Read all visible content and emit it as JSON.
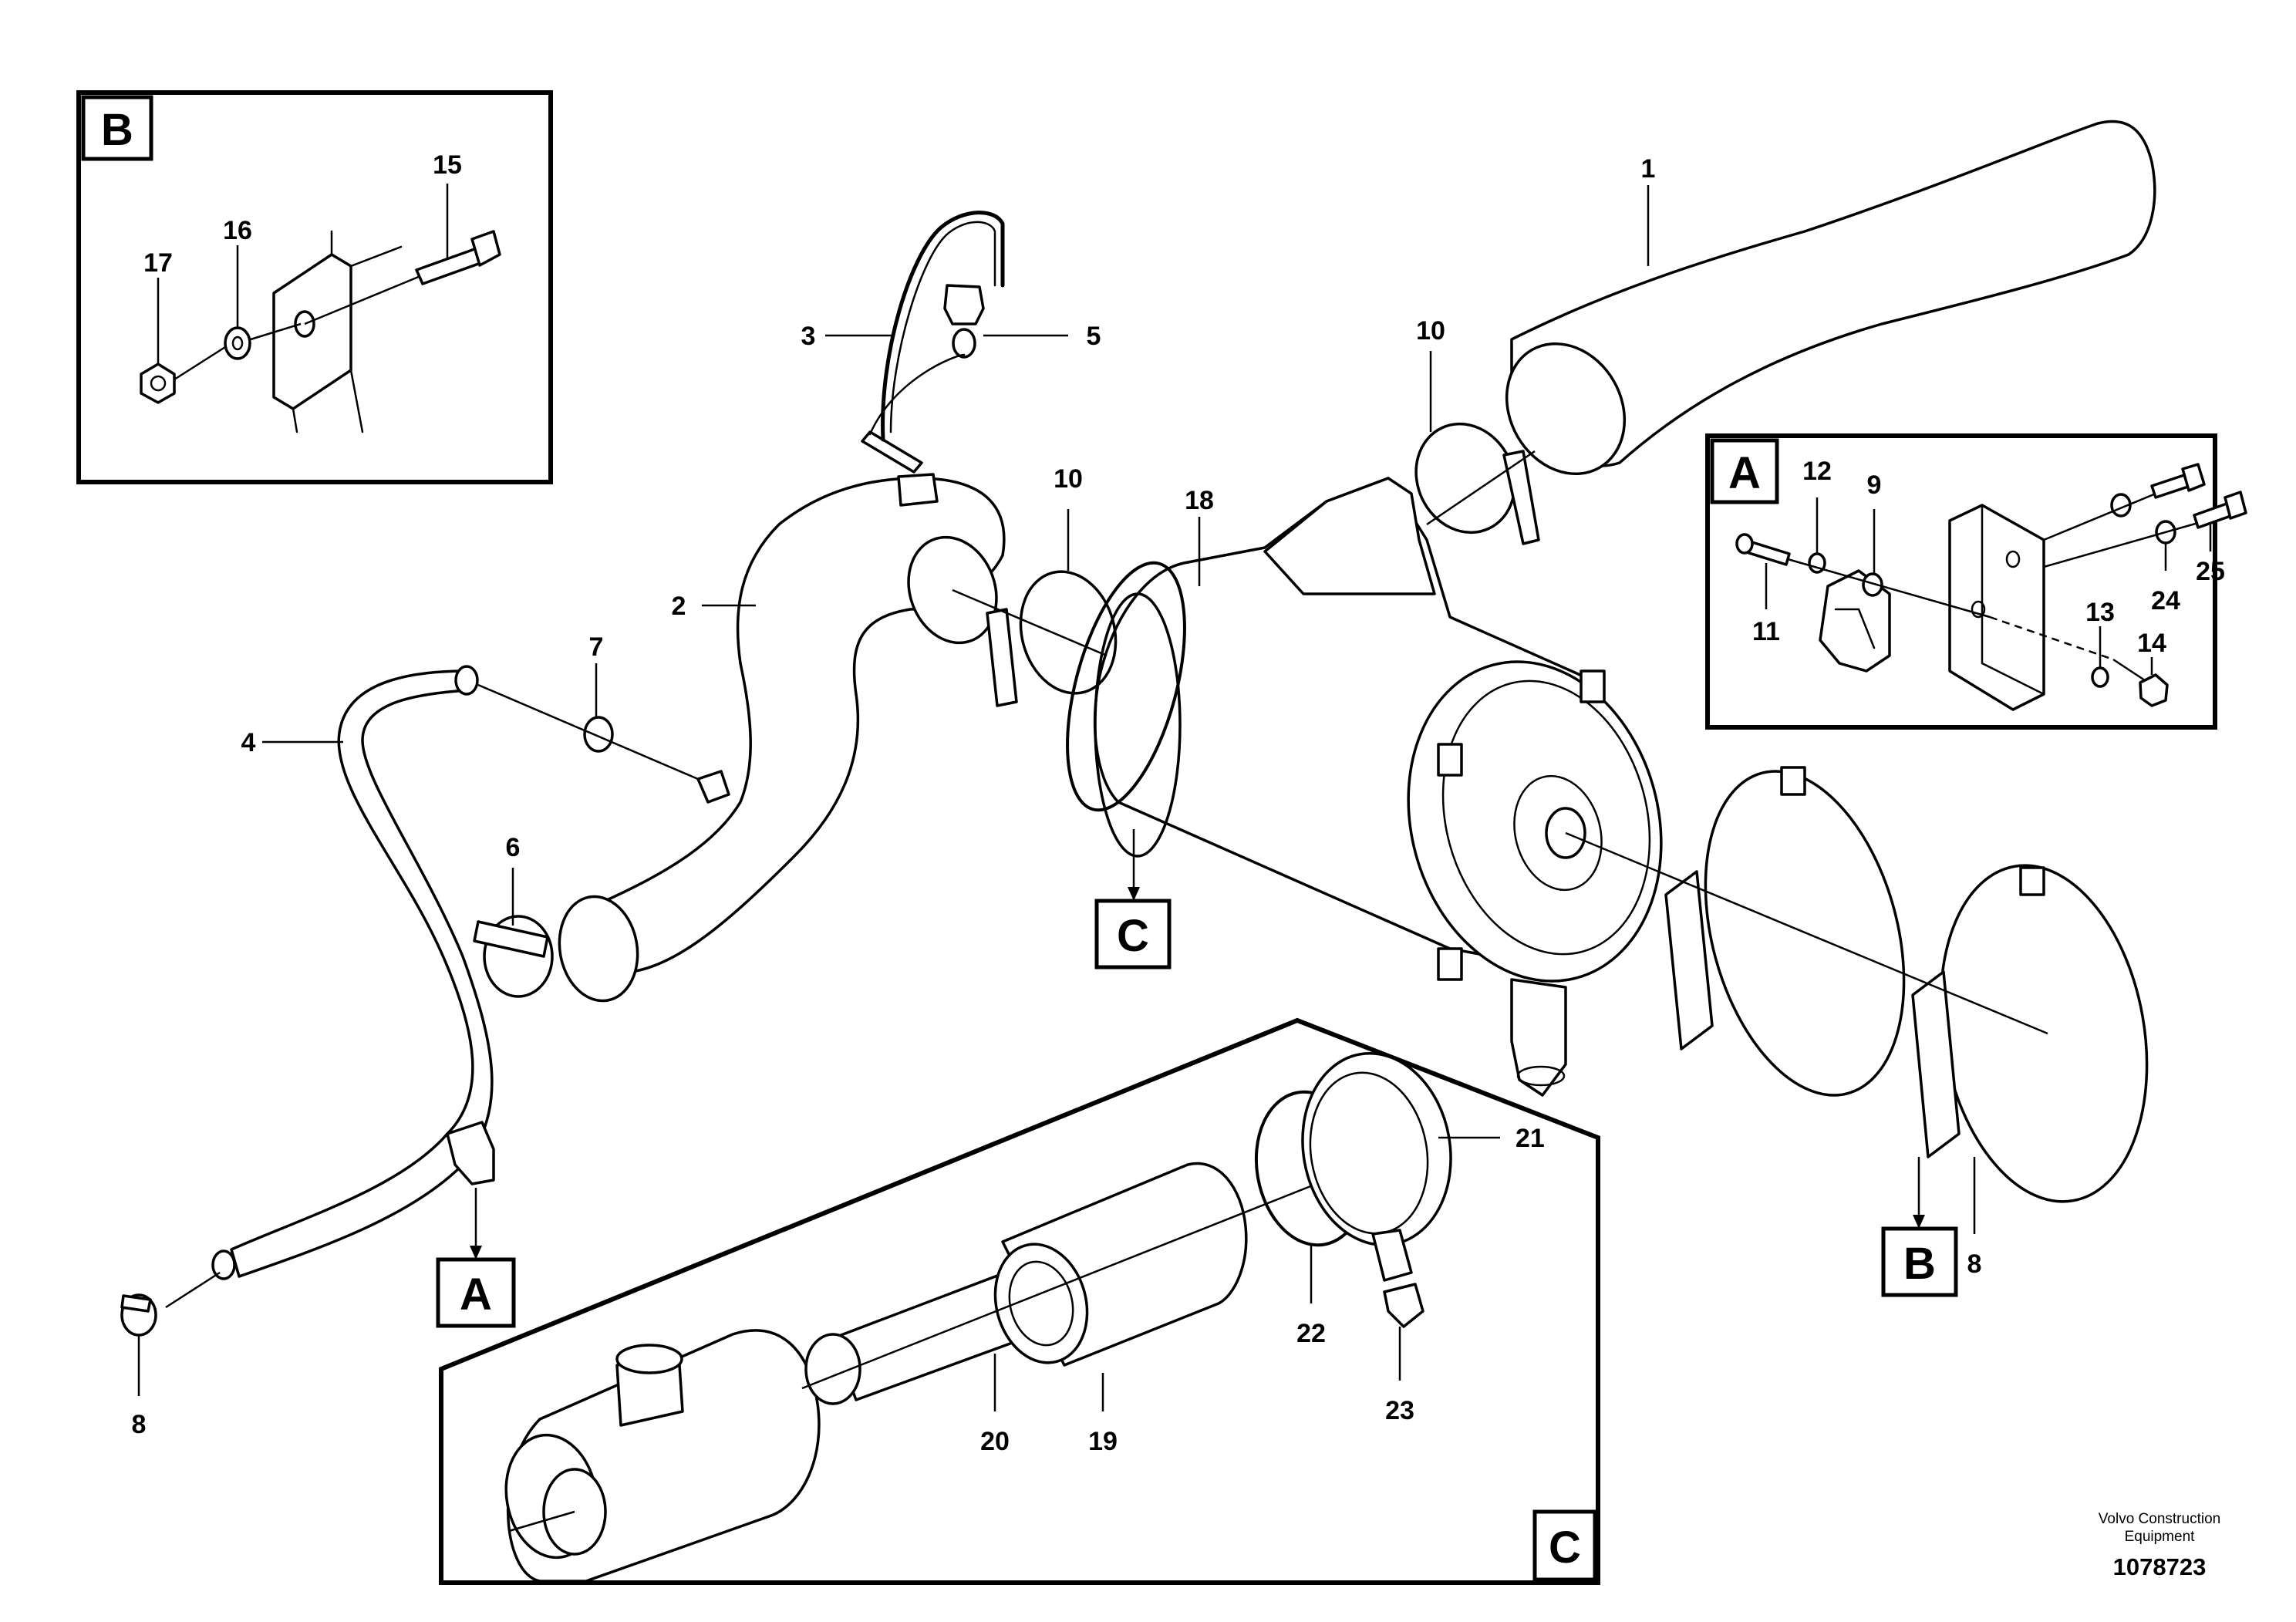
{
  "diagram": {
    "inset_labels": {
      "A": "A",
      "B": "B",
      "C": "C"
    },
    "callouts": {
      "n1": "1",
      "n2": "2",
      "n3": "3",
      "n4": "4",
      "n5": "5",
      "n6": "6",
      "n7": "7",
      "n8a": "8",
      "n8b": "8",
      "n9": "9",
      "n10a": "10",
      "n10b": "10",
      "n11": "11",
      "n12": "12",
      "n13": "13",
      "n14": "14",
      "n15": "15",
      "n16": "16",
      "n17": "17",
      "n18": "18",
      "n19": "19",
      "n20": "20",
      "n21": "21",
      "n22": "22",
      "n23": "23",
      "n24": "24",
      "n25": "25"
    },
    "reference_tags": {
      "ref_c": "C",
      "ref_a": "A",
      "ref_b": "B"
    },
    "credit_line1": "Volvo Construction",
    "credit_line2": "Equipment",
    "document_number": "1078723"
  }
}
